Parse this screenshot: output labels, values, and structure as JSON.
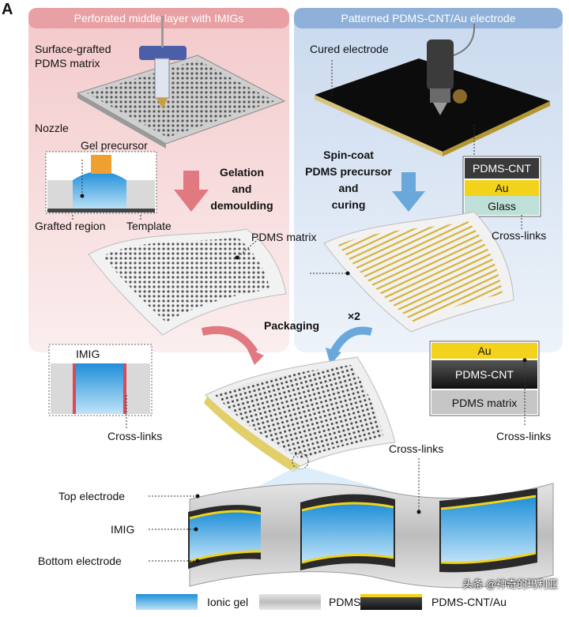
{
  "figure_letter": "A",
  "panels": {
    "left_title": "Perforated middle layer with IMIGs",
    "right_title": "Patterned PDMS-CNT/Au electrode"
  },
  "labels": {
    "surface_grafted": "Surface-grafted",
    "pdms_matrix_top": "PDMS matrix",
    "nozzle": "Nozzle",
    "gel_precursor": "Gel precursor",
    "grafted_region": "Grafted region",
    "template": "Template",
    "cured_electrode": "Cured electrode",
    "gelation_1": "Gelation",
    "gelation_2": "and",
    "gelation_3": "demoulding",
    "spin_1": "Spin-coat",
    "spin_2": "PDMS precursor",
    "spin_3": "and",
    "spin_4": "curing",
    "inset_pdms_cnt": "PDMS-CNT",
    "inset_au": "Au",
    "inset_glass": "Glass",
    "cross_links_a": "Cross-links",
    "pdms_matrix_mid": "PDMS matrix",
    "packaging": "Packaging",
    "times_two": "×2",
    "imig_inset": "IMIG",
    "cross_links_b": "Cross-links",
    "au_inset2": "Au",
    "pdms_cnt_inset2": "PDMS-CNT",
    "pdms_matrix_inset2": "PDMS matrix",
    "cross_links_c": "Cross-links",
    "cross_links_d": "Cross-links",
    "top_electrode": "Top electrode",
    "imig": "IMIG",
    "bottom_electrode": "Bottom electrode"
  },
  "legend": {
    "ionic_gel": "Ionic gel",
    "pdms": "PDMS",
    "pdms_cnt_au": "PDMS-CNT/Au"
  },
  "watermark": "头条 @神奇的玛利亚",
  "colors": {
    "left_panel_bg": "#f6dcdc",
    "left_title_bar": "#e8a0a4",
    "right_panel_bg": "#dce7f4",
    "right_title_bar": "#8fb0d8",
    "ionic_gel": "#3aa7e0",
    "pdms_gray": "#c8c8c8",
    "au_yellow": "#f2d21a",
    "cnt_dark": "#2a2a2a",
    "arrow_red": "#e07a80",
    "arrow_blue": "#6aa8dc"
  }
}
